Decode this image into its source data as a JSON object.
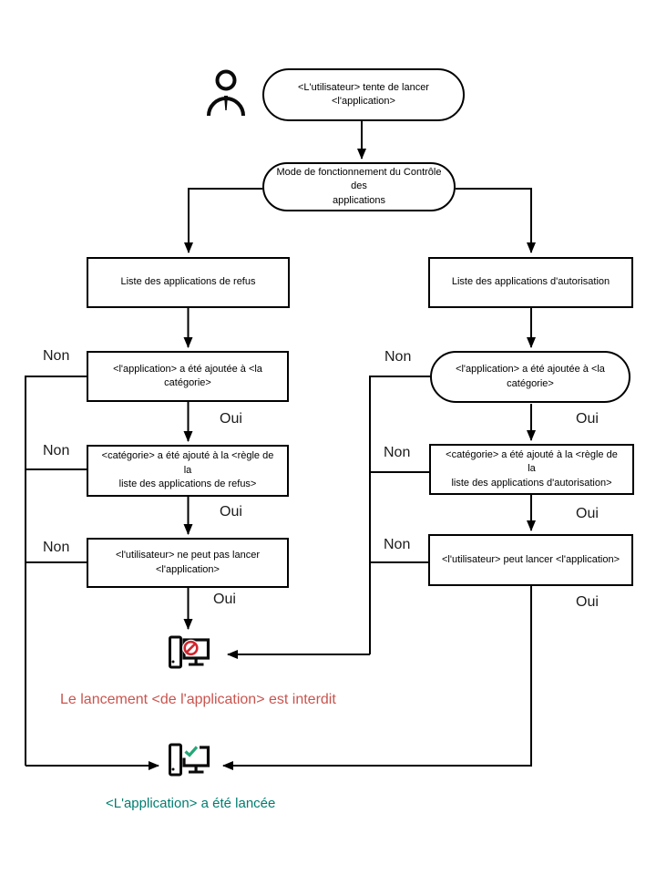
{
  "diagram": {
    "start": {
      "text": "<L'utilisateur> tente de lancer\n<l'application>"
    },
    "mode": {
      "text": "Mode de fonctionnement du Contrôle des\napplications"
    },
    "left": {
      "list": "Liste des applications de refus",
      "step1": "<l'application> a été ajoutée à <la\ncatégorie>",
      "step2": "<catégorie> a été ajouté à la <règle de la\nliste des applications de refus>",
      "step3": "<l'utilisateur> ne peut pas lancer\n<l'application>"
    },
    "right": {
      "list": "Liste des applications d'autorisation",
      "step1": "<l'application> a été ajoutée à <la\ncatégorie>",
      "step2": "<catégorie> a été ajouté à la <règle de la\nliste des applications d'autorisation>",
      "step3": "<l'utilisateur> peut lancer <l'application>"
    },
    "labels": {
      "yes": "Oui",
      "no": "Non"
    },
    "outcomes": {
      "blocked": "Le lancement <de l'application> est interdit",
      "launched": "<L'application> a été lancée"
    },
    "colors": {
      "blocked_text": "#c9544e",
      "blocked_sign": "#d1272e",
      "launched_text": "#007d70",
      "check": "#24a777",
      "line": "#000000"
    }
  }
}
